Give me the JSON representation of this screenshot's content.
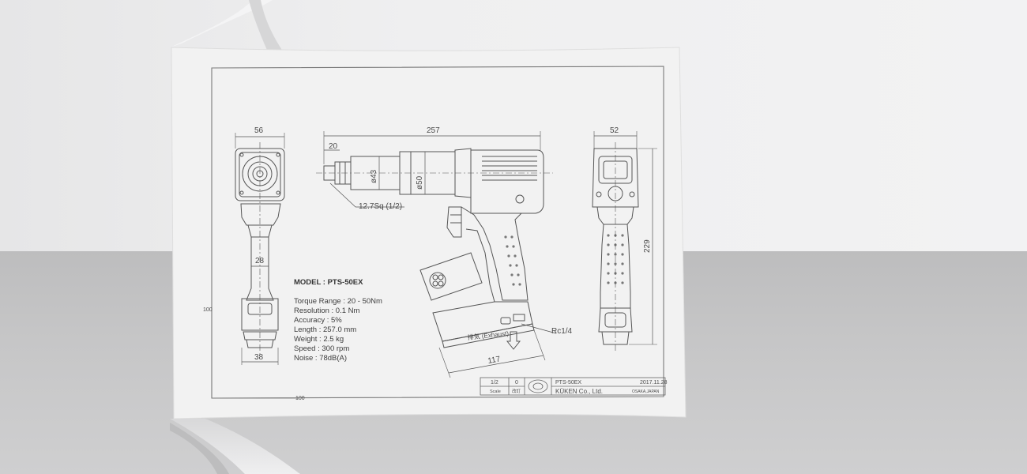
{
  "drawing": {
    "model": "MODEL : PTS-50EX",
    "specs": [
      "Torque Range : 20 - 50Nm",
      "Resolution : 0.1 Nm",
      "Accuracy : 5%",
      "Length : 257.0 mm",
      "Weight : 2.5 kg",
      "Speed   : 300 rpm",
      "Noise : 78dB(A)"
    ],
    "dimensions": {
      "front_width": "56",
      "handle_width": "28",
      "base_width": "38",
      "side_length": "257",
      "nose_length": "20",
      "diameter_43": "ø43",
      "diameter_50": "ø50",
      "square_drive": "12.7Sq (1/2)",
      "rear_width": "52",
      "height": "229",
      "battery_length": "117",
      "air_port": "Rc1/4",
      "exhaust": "排気 (Exhaust)"
    },
    "scale_marks": [
      "100",
      "100"
    ],
    "title_block": {
      "scale_value": "1/2",
      "scale_label": "Scale",
      "revision_value": "0",
      "revision_label": "改訂",
      "part_name": "PTS-50EX",
      "date": "2017.11.28",
      "company": "KÜKEN Co., Ltd.",
      "location": "OSAKA,JAPAN"
    }
  }
}
